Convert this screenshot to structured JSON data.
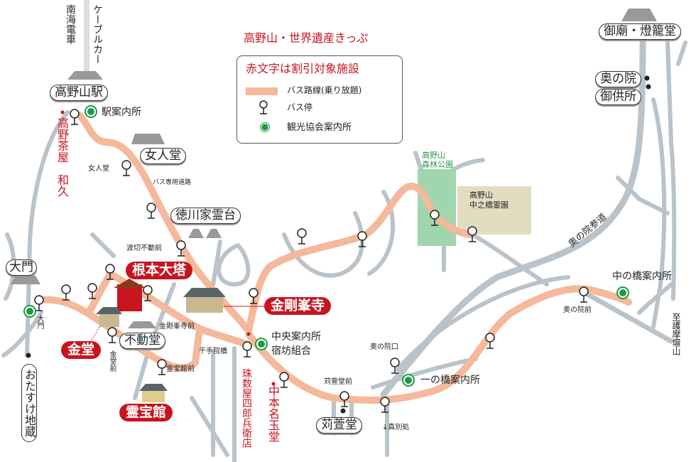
{
  "title": "高野山・世界遺産きっぷ",
  "legend": {
    "note": "赤文字は割引対象施設",
    "bus_route": "バス路線(乗り放題)",
    "bus_stop": "バス停",
    "info_center": "観光協会案内所"
  },
  "colors": {
    "bus_route": "#f4b89a",
    "road": "#b9c3c9",
    "discount_red": "#c8141e",
    "info_green": "#1e9a46",
    "forest_park": "#9fd6ad",
    "cemetery": "#e2dcc0"
  },
  "rail": {
    "nankai": "南海電車",
    "cable": "ケーブルカー"
  },
  "landmarks": {
    "koyasan_station": "高野山駅",
    "nyonindo": "女人堂",
    "tokugawa": "徳川家霊台",
    "daimon": "大門",
    "otasuke": "おたすけ地蔵",
    "fudodo": "不動堂",
    "karukayado": "苅萱堂",
    "gobyo": "御廟・燈籠堂",
    "okunoin": "奥の院",
    "gokusho": "御供所"
  },
  "discount": {
    "konpon_daito": "根本大塔",
    "kongobuji": "金剛峯寺",
    "kondo": "金堂",
    "reihokan": "霊宝館",
    "wakyu": "高野茶屋　和久",
    "juzuya": "珠数屋四郎兵衛店",
    "nakamoto": "中本名玉堂"
  },
  "info": {
    "station": "駅案内所",
    "central_1": "中央案内所",
    "central_2": "宿坊組合",
    "ichinohashi": "一の橋案内所",
    "nakanohashi": "中の橋案内所"
  },
  "stops": {
    "nyonindo": "女人堂",
    "namikiri": "波切不動前",
    "kongobuji_mae": "金剛峯寺前",
    "kondo_mae": "金堂前",
    "daimon": "大門",
    "reihokan_mae": "霊宝館前",
    "senjuin": "千手院橋",
    "karukaya_mae": "苅萱堂前",
    "okunoin_guchi": "奥の院口",
    "okunoin_mae": "奥の院前"
  },
  "misc": {
    "bus_road": "バス専用道路",
    "shinbessho": "↓真別処",
    "gomadan": "至護摩壇山",
    "sando": "奥の院参道",
    "forest_park": "高野山\n森林公園",
    "cemetery": "高野山\n中之橋霊園"
  }
}
